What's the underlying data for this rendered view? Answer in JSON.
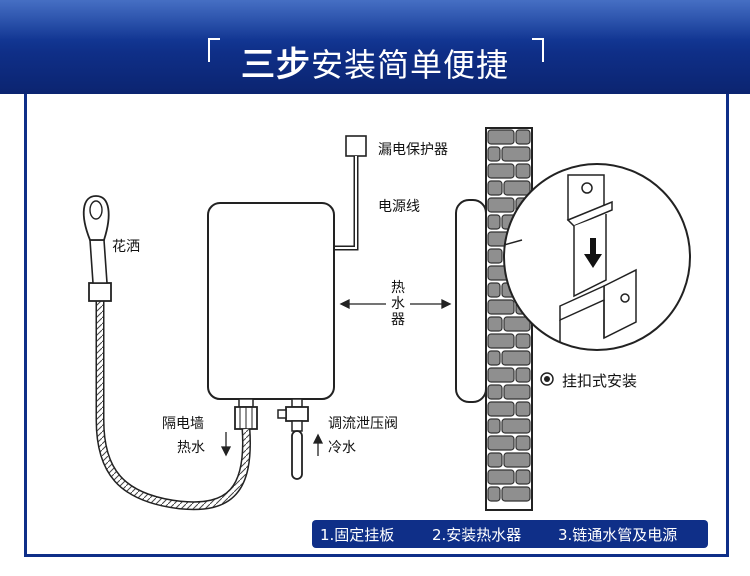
{
  "header": {
    "title_bold": "三步",
    "title_rest": "安装简单便捷"
  },
  "labels": {
    "leakage_protector": "漏电保护器",
    "power_cord": "电源线",
    "shower": "花洒",
    "heater": [
      "热",
      "水",
      "器"
    ],
    "isolation_wall": "隔电墙",
    "hot_water": "热水",
    "flow_valve": "调流泄压阀",
    "cold_water": "冷水",
    "hanging_install": "挂扣式安装"
  },
  "steps": [
    "1.固定挂板",
    "2.安装热水器",
    "3.链通水管及电源"
  ],
  "colors": {
    "banner": "#0f2f88",
    "brick": "#8a8a8a",
    "mortar": "#ffffff"
  }
}
